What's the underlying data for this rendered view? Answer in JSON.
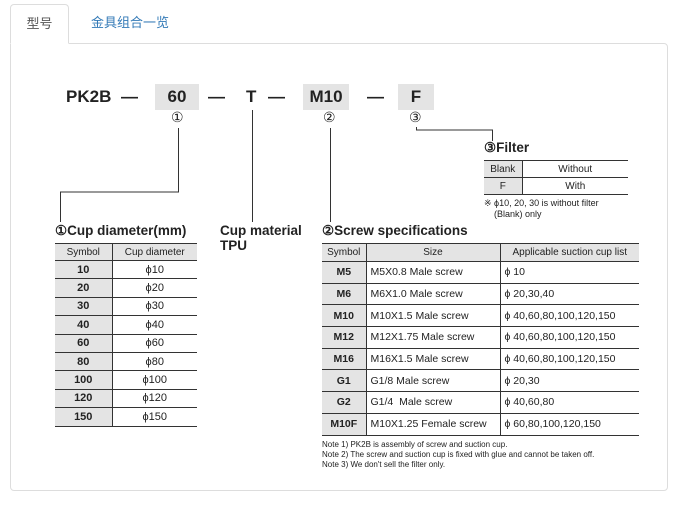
{
  "tabs": [
    {
      "label": "型号",
      "active": true
    },
    {
      "label": "金具组合一览",
      "active": false
    }
  ],
  "code": {
    "prefix": "PK2B",
    "dash": "—",
    "size": "60",
    "material": "T",
    "screw": "M10",
    "filter": "F",
    "marks": [
      "①",
      "②",
      "③"
    ]
  },
  "filter": {
    "title": "③Filter",
    "rows": [
      [
        "Blank",
        "Without"
      ],
      [
        "F",
        "With"
      ]
    ],
    "note1": "※ ϕ10, 20, 30 is without filter",
    "note2": "(Blank) only"
  },
  "cup": {
    "title": "①Cup diameter(mm)",
    "headers": [
      "Symbol",
      "Cup diameter"
    ],
    "rows": [
      [
        "10",
        "ϕ10"
      ],
      [
        "20",
        "ϕ20"
      ],
      [
        "30",
        "ϕ30"
      ],
      [
        "40",
        "ϕ40"
      ],
      [
        "60",
        "ϕ60"
      ],
      [
        "80",
        "ϕ80"
      ],
      [
        "100",
        "ϕ100"
      ],
      [
        "120",
        "ϕ120"
      ],
      [
        "150",
        "ϕ150"
      ]
    ]
  },
  "material": {
    "title": "Cup material",
    "value": "TPU"
  },
  "screw": {
    "title": "②Screw specifications",
    "headers": [
      "Symbol",
      "Size",
      "Applicable suction cup list"
    ],
    "rows": [
      [
        "M5",
        "M5X0.8 Male screw",
        "ϕ 10"
      ],
      [
        "M6",
        "M6X1.0 Male screw",
        "ϕ 20,30,40"
      ],
      [
        "M10",
        "M10X1.5 Male screw",
        "ϕ 40,60,80,100,120,150"
      ],
      [
        "M12",
        "M12X1.75 Male screw",
        "ϕ 40,60,80,100,120,150"
      ],
      [
        "M16",
        "M16X1.5 Male screw",
        "ϕ 40,60,80,100,120,150"
      ],
      [
        "G1",
        "G1/8 Male screw",
        "ϕ 20,30"
      ],
      [
        "G2",
        "G1/4  Male screw",
        "ϕ 40,60,80"
      ],
      [
        "M10F",
        "M10X1.25 Female screw",
        "ϕ 60,80,100,120,150"
      ]
    ]
  },
  "notes": [
    "Note 1) PK2B is assembly of screw and suction cup.",
    "Note 2) The screw and suction cup is fixed with glue and cannot be taken off.",
    "Note 3)  We don't sell the filter only."
  ]
}
